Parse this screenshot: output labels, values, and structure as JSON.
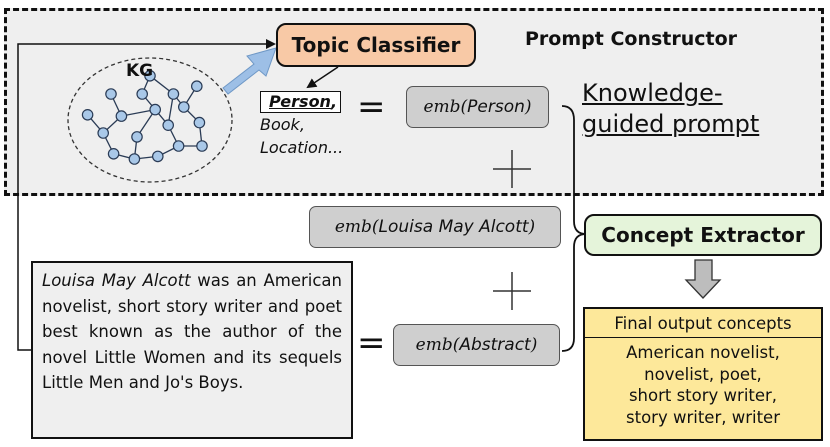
{
  "prompt_constructor": {
    "title": "Prompt Constructor"
  },
  "topic_classifier": {
    "label": "Topic Classifier"
  },
  "kg": {
    "label": "KG",
    "node_color": "#a9c8e8",
    "nodes": [
      [
        -48,
        -4
      ],
      [
        -36,
        10
      ],
      [
        -30,
        -20
      ],
      [
        -22,
        -3
      ],
      [
        -28,
        26
      ],
      [
        -12,
        30
      ],
      [
        -10,
        13
      ],
      [
        -6,
        -20
      ],
      [
        0,
        -34
      ],
      [
        4,
        -8
      ],
      [
        6,
        28
      ],
      [
        14,
        4
      ],
      [
        18,
        -20
      ],
      [
        26,
        -10
      ],
      [
        36,
        -26
      ],
      [
        38,
        2
      ],
      [
        22,
        20
      ],
      [
        40,
        20
      ]
    ],
    "edges": [
      [
        0,
        1
      ],
      [
        1,
        3
      ],
      [
        2,
        3
      ],
      [
        3,
        9
      ],
      [
        1,
        4
      ],
      [
        4,
        5
      ],
      [
        5,
        6
      ],
      [
        6,
        9
      ],
      [
        7,
        9
      ],
      [
        7,
        8
      ],
      [
        9,
        11
      ],
      [
        11,
        16
      ],
      [
        16,
        10
      ],
      [
        10,
        5
      ],
      [
        11,
        12
      ],
      [
        12,
        13
      ],
      [
        13,
        14
      ],
      [
        13,
        15
      ],
      [
        15,
        17
      ],
      [
        16,
        17
      ],
      [
        12,
        8
      ]
    ]
  },
  "topics": {
    "first": "Person",
    "first_suffix": ",",
    "rest": [
      "Book,",
      "Location..."
    ]
  },
  "embeddings": [
    {
      "prefix": "emb(",
      "inner": "Person",
      "suffix": ")"
    },
    {
      "prefix": "emb(",
      "inner": "Louisa May Alcott",
      "suffix": ")"
    },
    {
      "prefix": "emb(",
      "inner": "Abstract",
      "suffix": ")"
    }
  ],
  "equals": "=",
  "knowledge_guided_prompt": "Knowledge-guided prompt",
  "concept_extractor": {
    "label": "Concept Extractor"
  },
  "abstract": {
    "entity": "Louisa May Alcott",
    "text": " was an American novelist, short story writer and poet best known as the author of the novel Little Women and its sequels Little Men and Jo's Boys."
  },
  "final_output": {
    "title": "Final output concepts",
    "concepts": [
      "American novelist,",
      "novelist, poet,",
      "short story writer,",
      "story writer, writer"
    ]
  },
  "colors": {
    "topic_classifier": "#f8c9a6",
    "concept_extractor": "#e5f4da",
    "final_output": "#fde89a",
    "embedding": "#cfcfcf",
    "prompt_region": "#efefef",
    "kg_arrow": "#9dbfe6"
  }
}
